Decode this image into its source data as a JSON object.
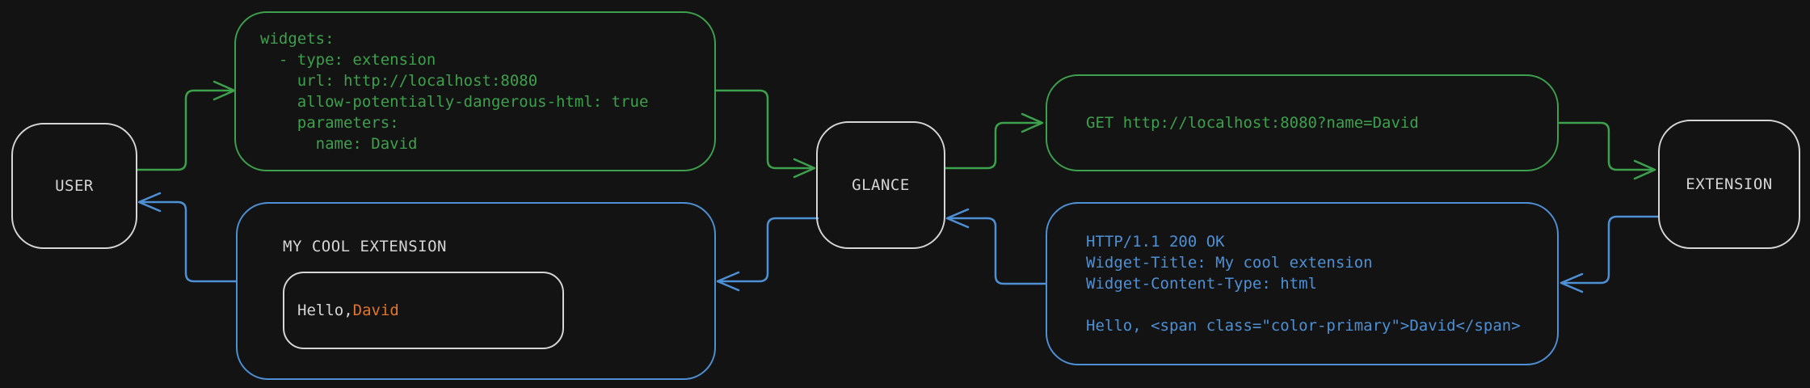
{
  "colors": {
    "background": "#131313",
    "green": "#3da04c",
    "blue": "#4e90d5",
    "gray": "#d5d5d5",
    "orange": "#e0752d"
  },
  "nodes": {
    "user": "USER",
    "glance": "GLANCE",
    "extension": "EXTENSION"
  },
  "config_block": {
    "code": "widgets:\n  - type: extension\n    url: http://localhost:8080\n    allow-potentially-dangerous-html: true\n    parameters:\n      name: David"
  },
  "request_block": {
    "code": "GET http://localhost:8080?name=David"
  },
  "response_block": {
    "code": "HTTP/1.1 200 OK\nWidget-Title: My cool extension\nWidget-Content-Type: html\n\nHello, <span class=\"color-primary\">David</span>"
  },
  "widget_preview": {
    "title": "MY COOL EXTENSION",
    "greeting_prefix": "Hello, ",
    "greeting_name": "David"
  }
}
